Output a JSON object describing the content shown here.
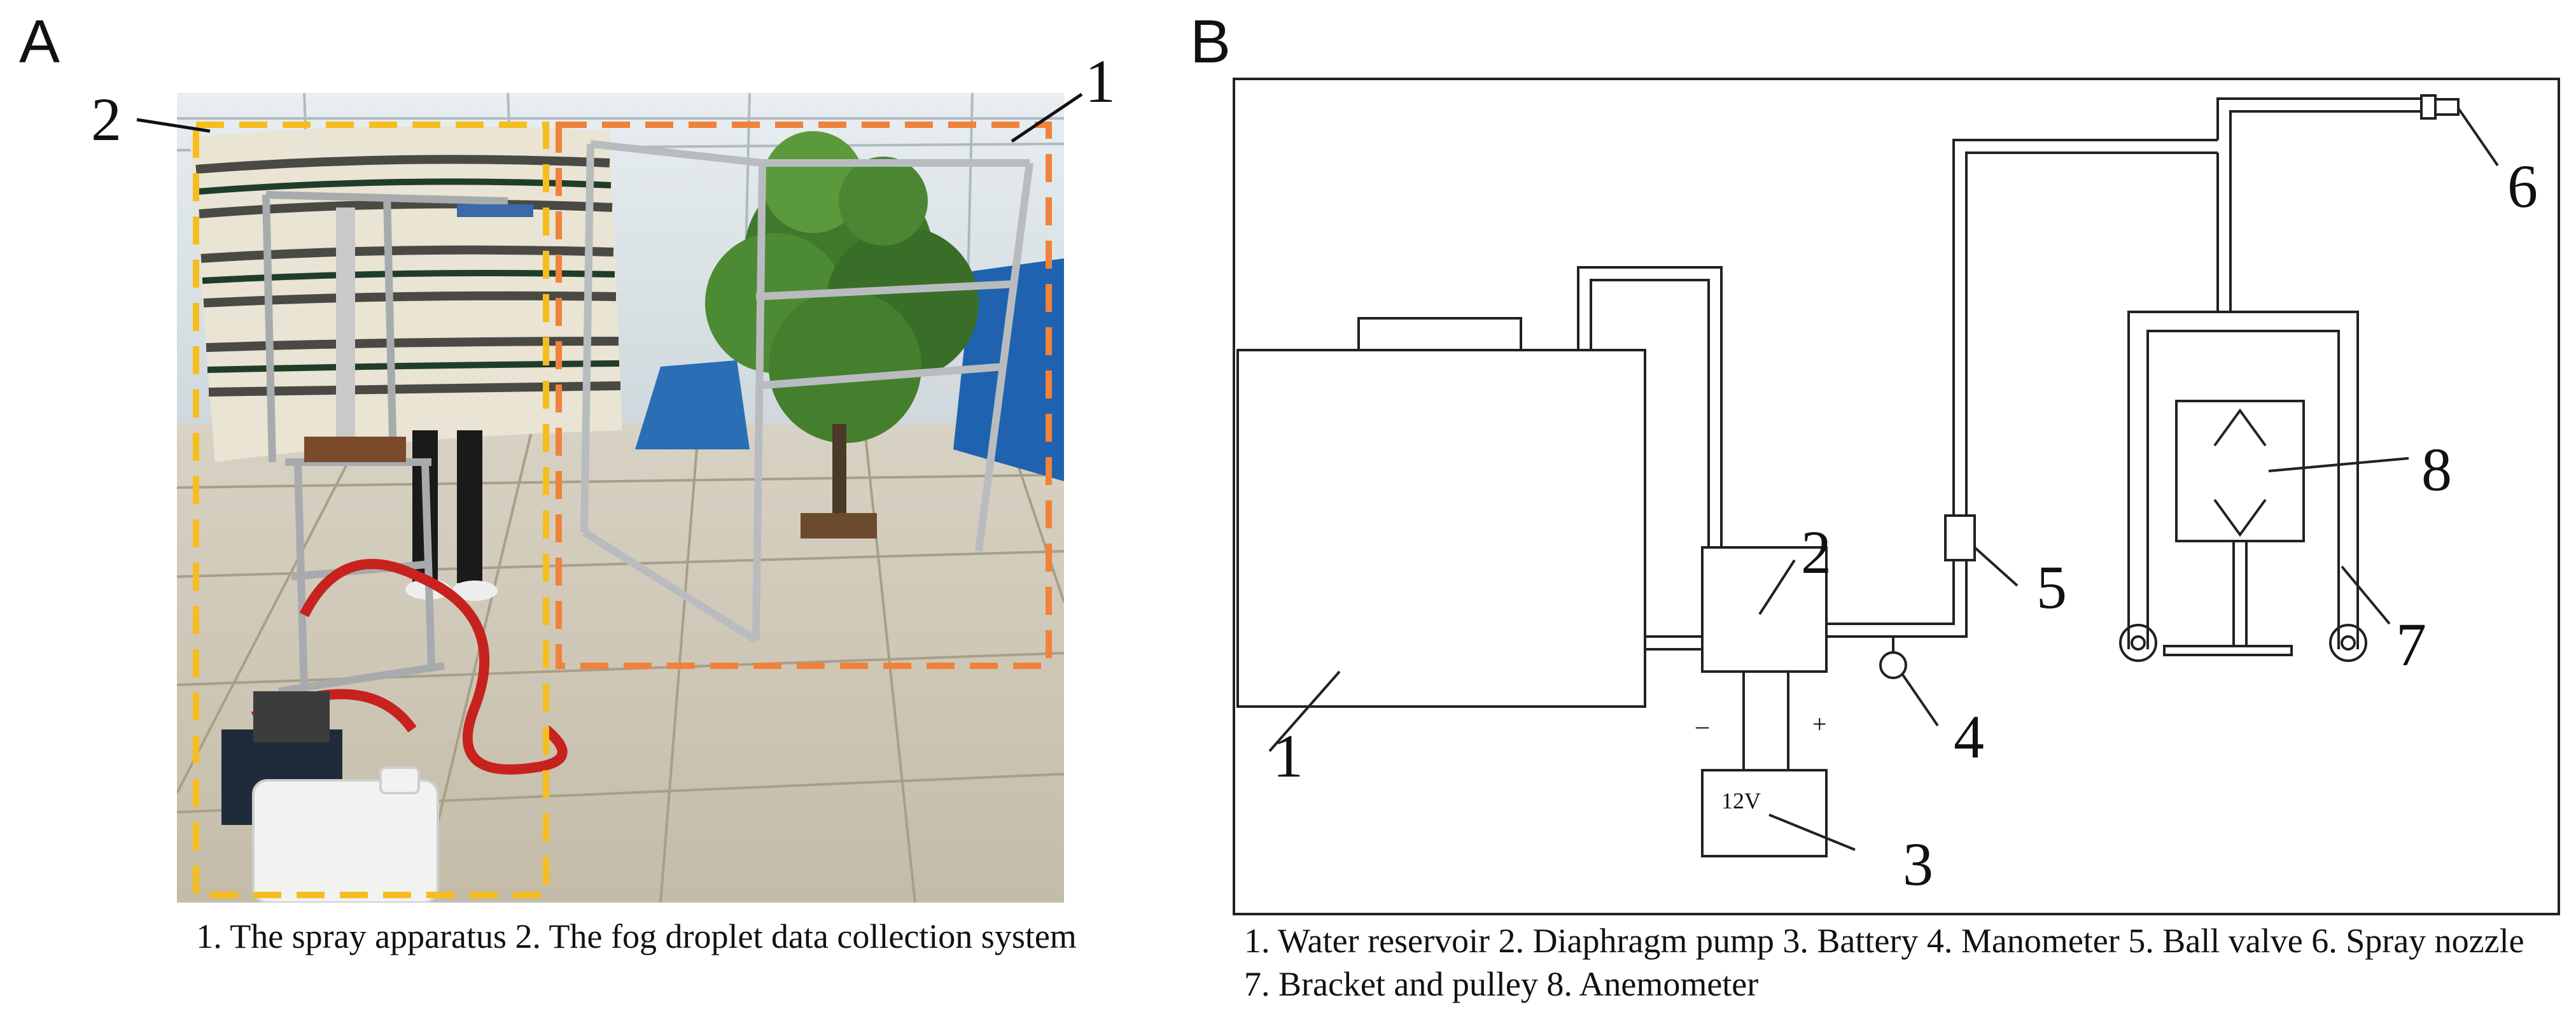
{
  "panel_a": {
    "letter": "A",
    "label_1": "1",
    "label_2": "2",
    "caption": "1. The spray apparatus 2. The fog droplet data collection system"
  },
  "panel_b": {
    "letter": "B",
    "labels": {
      "water_reservoir": "1",
      "diaphragm_pump": "2",
      "battery": "3",
      "manometer": "4",
      "ball_valve": "5",
      "spray_nozzle": "6",
      "bracket_pulley": "7",
      "anemometer": "8"
    },
    "battery_text": "12V",
    "minus": "–",
    "plus": "+",
    "caption": "1. Water reservoir 2. Diaphragm pump 3. Battery 4. Manometer 5. Ball valve 6. Spray nozzle 7. Bracket and pulley 8. Anemometer"
  },
  "colors": {
    "box_spray": "#F0823A",
    "box_collection": "#F5BE1E",
    "line": "#222222"
  }
}
